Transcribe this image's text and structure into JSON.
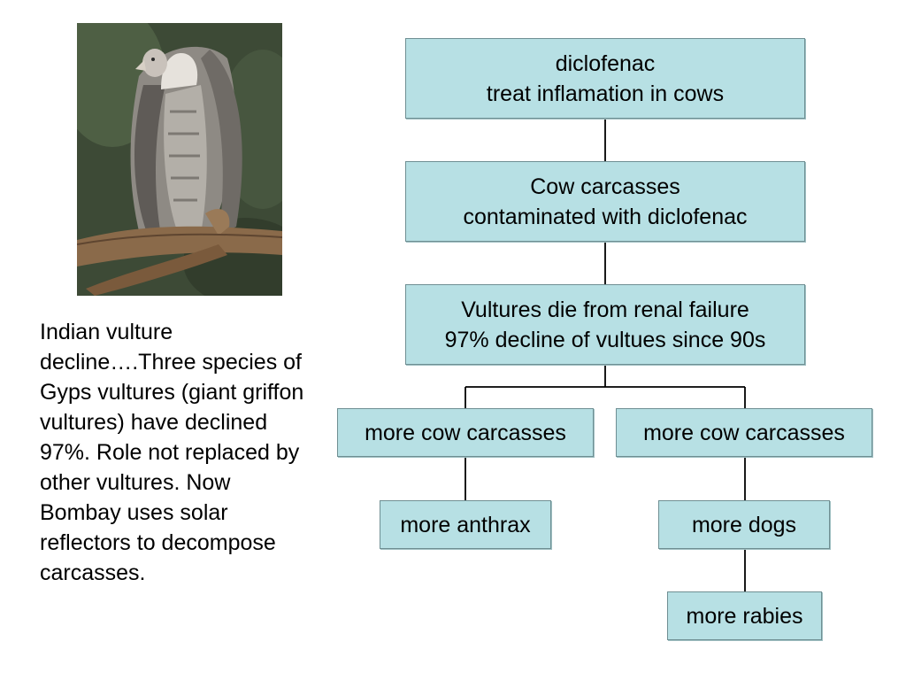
{
  "caption": "Indian vulture decline….Three species of Gyps vultures (giant griffon vultures) have declined 97%. Role not replaced by other vultures. Now Bombay uses solar reflectors to decompose carcasses.",
  "flowchart": {
    "node1": {
      "line1": "diclofenac",
      "line2": "treat inflamation in cows"
    },
    "node2": {
      "line1": "Cow carcasses",
      "line2": "contaminated with diclofenac"
    },
    "node3": {
      "line1": "Vultures die from renal failure",
      "line2": "97% decline of vultues since 90s"
    },
    "node4": "more cow carcasses",
    "node5": "more cow carcasses",
    "node6": "more anthrax",
    "node7": "more dogs",
    "node8": "more rabies"
  },
  "colors": {
    "box_fill": "#b7e0e4",
    "box_border": "#6f8f93",
    "connector": "#000000"
  }
}
